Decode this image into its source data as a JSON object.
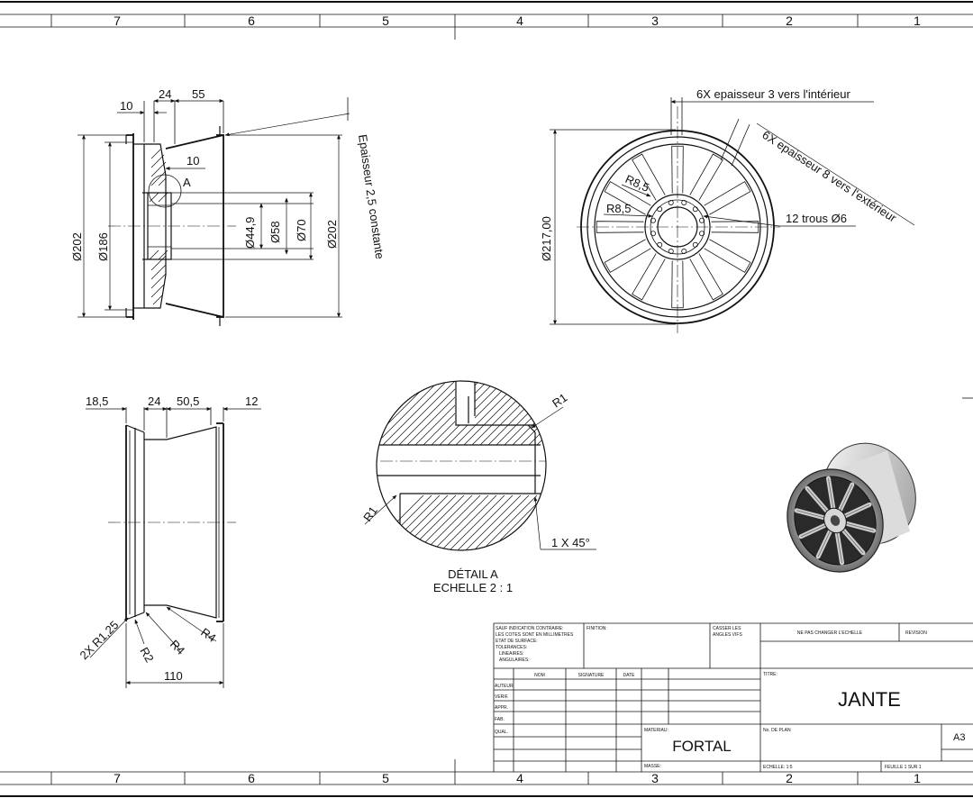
{
  "frame": {
    "zones_top": [
      "7",
      "6",
      "5",
      "4",
      "3",
      "2",
      "1"
    ],
    "zones_bottom": [
      "7",
      "6",
      "5",
      "4",
      "3",
      "2",
      "1"
    ]
  },
  "front_view": {
    "dims_top": [
      "10",
      "24",
      "55"
    ],
    "dim_inner": "10",
    "detail_ref": "A",
    "diameters": [
      "Ø202",
      "Ø186",
      "Ø44,9",
      "Ø58",
      "Ø70",
      "Ø202"
    ],
    "note_thickness": "Epaisseur 2,5 constante"
  },
  "side_view": {
    "note_inner": "6X epaisseur 3 vers l'intérieur",
    "note_outer": "6X epaisseur 8 vers l'extérieur",
    "holes": "12 trous Ø6",
    "diameter": "Ø217,00",
    "radius1": "R8,5",
    "radius2": "R8,5"
  },
  "lower_view": {
    "dims_top": [
      "18,5",
      "24",
      "50,5",
      "12"
    ],
    "radii": [
      "2X R1,25",
      "R2",
      "R4",
      "R4"
    ],
    "width": "110"
  },
  "detail": {
    "r_top": "R1",
    "r_bottom": "R1",
    "chamfer": "1 X 45°",
    "title": "DÉTAIL A",
    "scale": "ECHELLE 2 : 1"
  },
  "title_block": {
    "general_notes": [
      "SAUF INDICATION CONTRAIRE:",
      "LES COTES SONT EN MILLIMETRES",
      "ETAT DE SURFACE:",
      "TOLERANCES:",
      "LINEAIRES:",
      "ANGULAIRES:"
    ],
    "finish_label": "FINITION:",
    "break_edges": [
      "CASSER LES",
      "ANGLES VIFS"
    ],
    "no_scale": "NE PAS CHANGER L'ECHELLE",
    "revision": "REVISION",
    "col_headers": [
      "NOM",
      "SIGNATURE",
      "DATE"
    ],
    "row_labels": [
      "AUTEUR",
      "VERIF.",
      "APPR.",
      "FAB.",
      "QUAL."
    ],
    "title_label": "TITRE:",
    "title": "JANTE",
    "material_label": "MATERIAU:",
    "material": "FORTAL",
    "mass_label": "MASSE:",
    "drawing_no_label": "No. DE PLAN",
    "format": "A3",
    "scale": "ECHELLE: 1:5",
    "sheet": "FEUILLE 1 SUR 1"
  }
}
